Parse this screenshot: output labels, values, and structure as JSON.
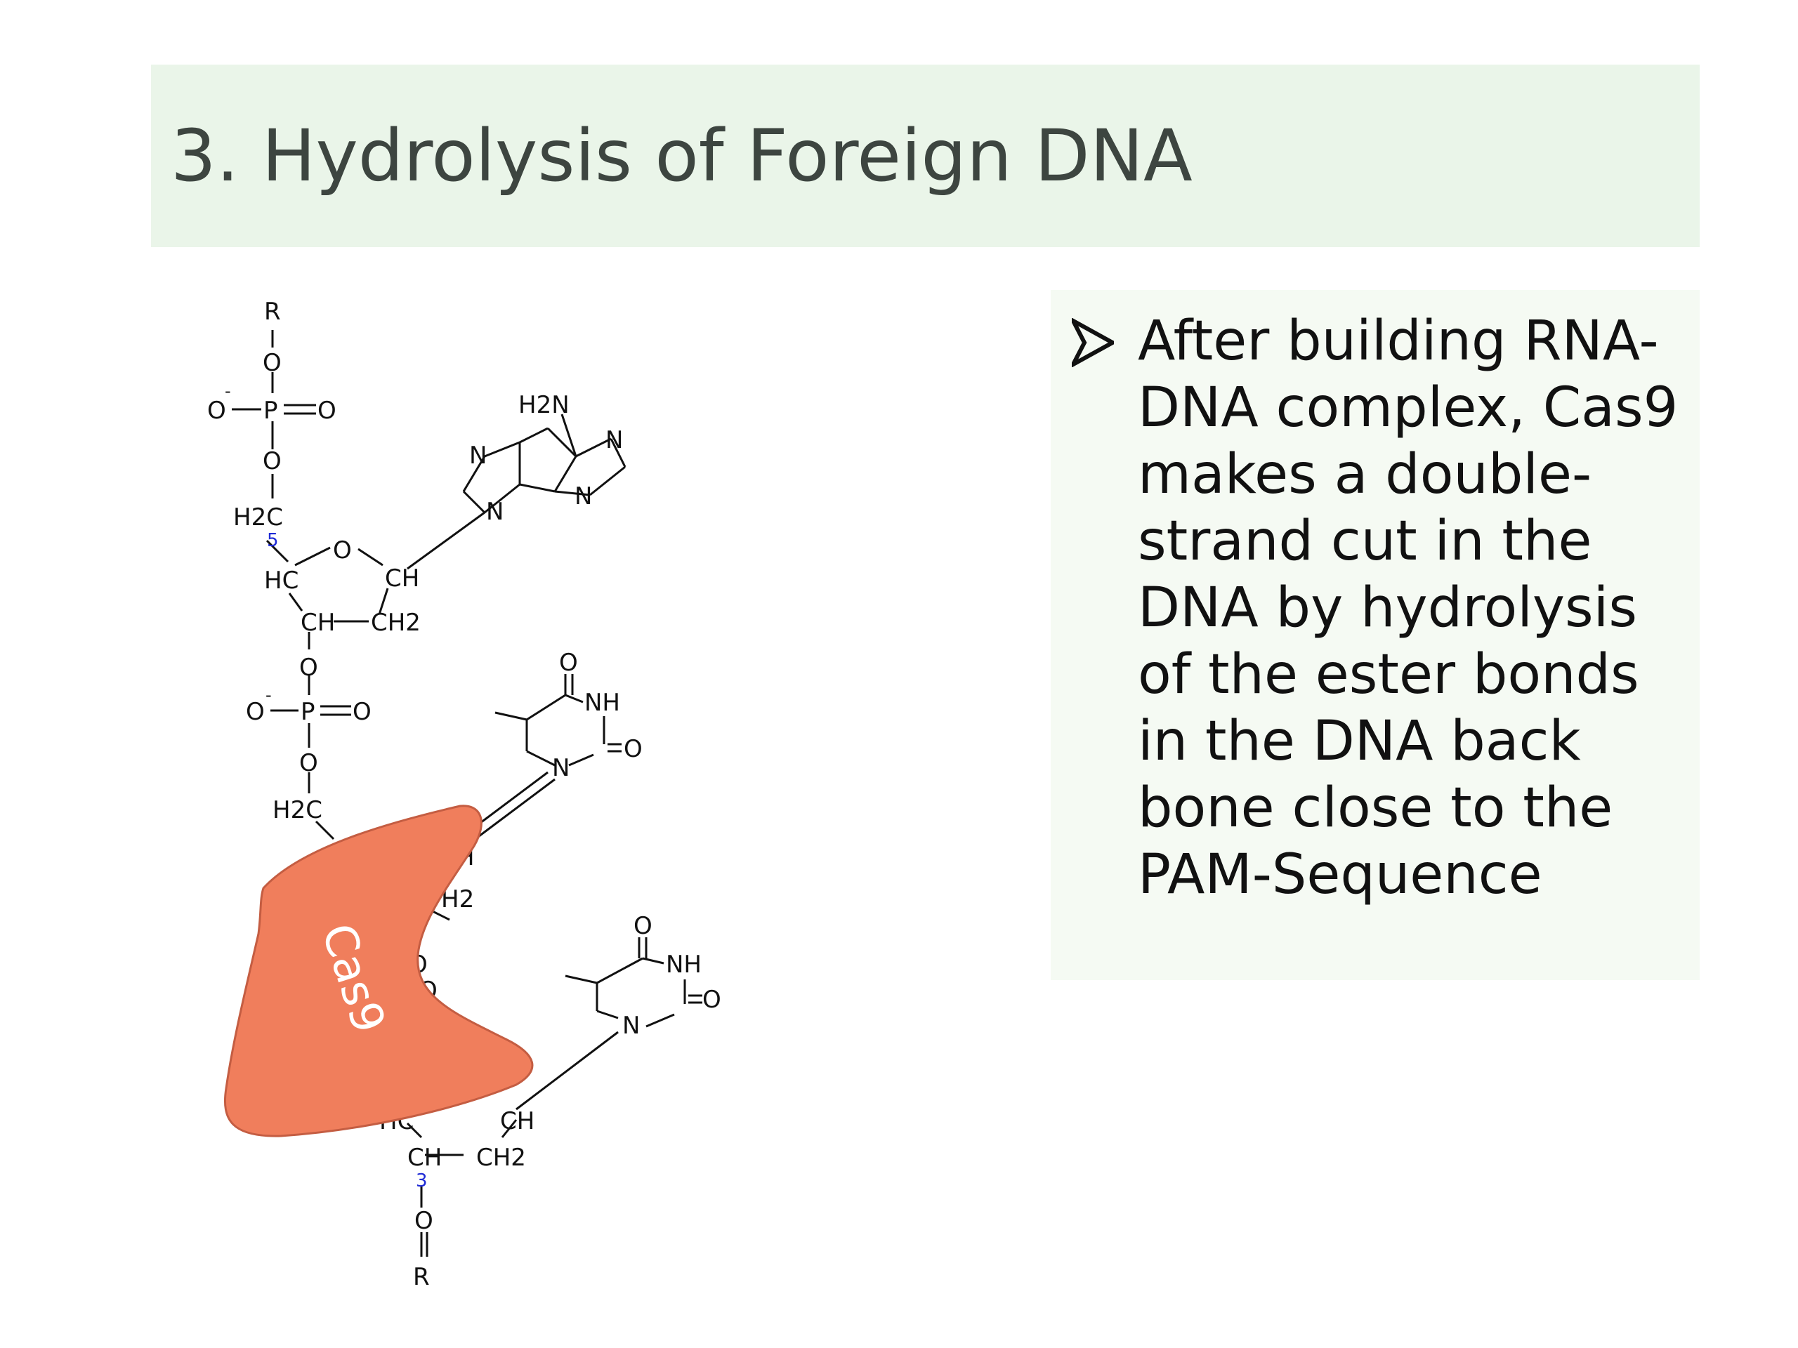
{
  "slide": {
    "title": "3. Hydrolysis of Foreign DNA",
    "bullet": "After building RNA-DNA complex, Cas9 makes a double-strand cut in the DNA by hydrolysis of the ester bonds in the DNA back bone close to the PAM-Sequence"
  },
  "diagram": {
    "enzyme_label": "Cas9",
    "enzyme_color": "#f07e5c",
    "locant_color": "#1f2bd6",
    "labels": {
      "r_top": "R",
      "o_top": "O",
      "o_minus_1": "O",
      "minus_1": "-",
      "p_1": "P",
      "o_double_1": "O",
      "o_under_p1": "O",
      "h2c_1": "H2C",
      "locant_5": "5",
      "hc_1": "HC",
      "o_ring_1": "O",
      "ch_1": "CH",
      "ch_2": "CH",
      "ch2_1": "CH2",
      "h2n": "H2N",
      "n_a1": "N",
      "n_a2": "N",
      "n_a3": "N",
      "n_a4": "N",
      "o_link_1": "O",
      "o_minus_2": "O",
      "minus_2": "-",
      "p_2": "P",
      "o_double_2": "O",
      "o_link_2": "O",
      "h2c_2": "H2C",
      "o_t1_top": "O",
      "nh_t1": "NH",
      "o_t1_side": "O",
      "n_t1": "N",
      "ch_partial": "H",
      "ch2_partial": "H2",
      "o_partial_1": "O",
      "o_partial_2": "O",
      "o_t2_top": "O",
      "nh_t2": "NH",
      "o_t2_side": "O",
      "n_t2": "N",
      "hc_3": "HC",
      "ch_3": "CH",
      "ch_4": "CH",
      "ch2_3": "CH2",
      "locant_3": "3",
      "o_bottom": "O",
      "r_bottom": "R"
    }
  }
}
